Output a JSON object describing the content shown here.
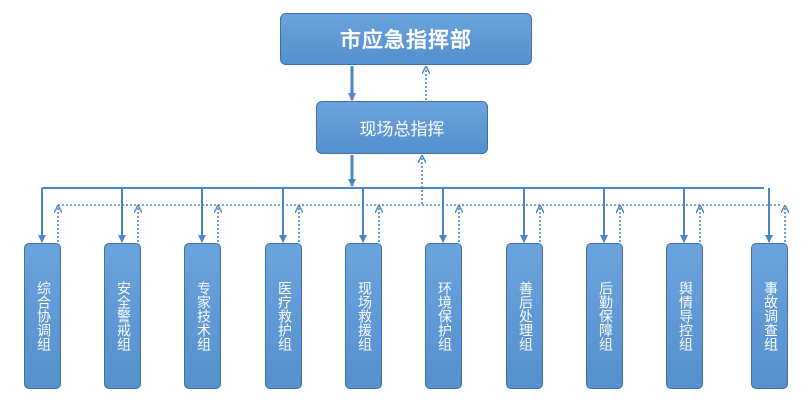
{
  "command": {
    "top": "市应急指挥部",
    "middle": "现场总指挥"
  },
  "groups": [
    "综合协调组",
    "安全警戒组",
    "专家技术组",
    "医疗救护组",
    "现场救援组",
    "环境保护组",
    "善后处理组",
    "后勤保障组",
    "舆情导控组",
    "事故调查组"
  ],
  "colors": {
    "box_fill": "#5b9bd5",
    "box_border": "#41719c",
    "line": "#4a86c6"
  }
}
